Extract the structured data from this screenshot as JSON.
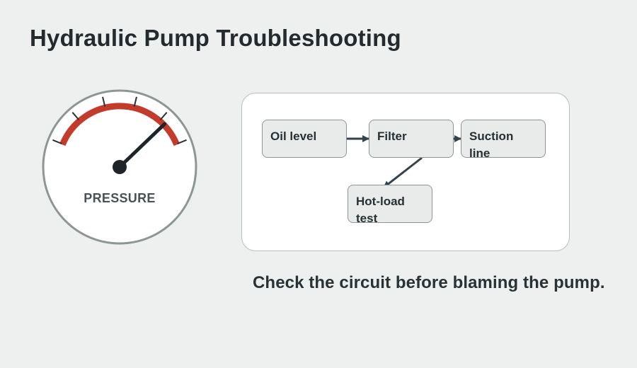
{
  "page": {
    "title": "Hydraulic Pump Troubleshooting",
    "caption": "Check the circuit before blaming the pump."
  },
  "gauge": {
    "label": "PRESSURE",
    "needle_fraction": 0.84,
    "colors": {
      "face": "#ffffff",
      "rim": "#8e9693",
      "arc": "#c23b2b",
      "needle": "#1e2427",
      "ticks": "#2a3034"
    }
  },
  "flowchart": {
    "nodes": [
      {
        "id": "oil-level",
        "label": "Oil level"
      },
      {
        "id": "filter",
        "label": "Filter"
      },
      {
        "id": "suction-line",
        "label": "Suction line"
      },
      {
        "id": "hot-load-test",
        "label": "Hot-load test"
      }
    ],
    "edges": [
      {
        "from": "oil-level",
        "to": "filter"
      },
      {
        "from": "filter",
        "to": "suction-line"
      },
      {
        "from": "filter",
        "to": "hot-load-test"
      }
    ],
    "colors": {
      "node_fill": "#e8ebe9",
      "node_border": "#8e9693",
      "arrow": "#34424b"
    }
  }
}
